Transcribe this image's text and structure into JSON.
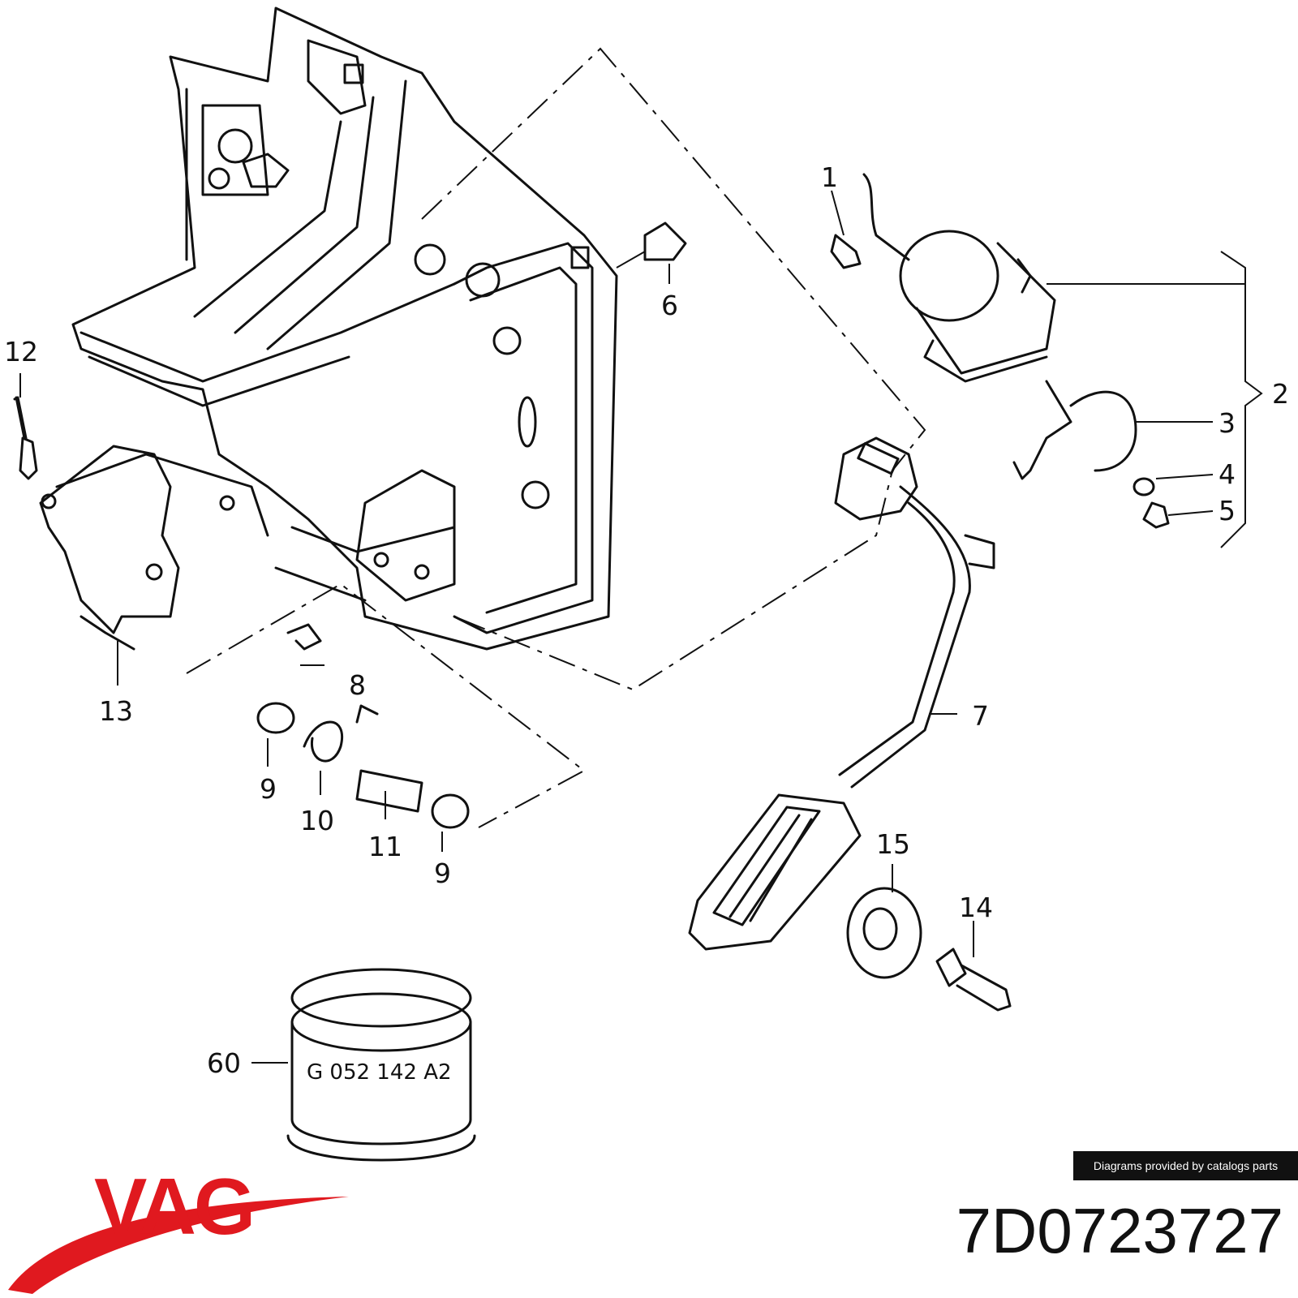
{
  "diagram": {
    "callouts": {
      "n1": "1",
      "n2": "2",
      "n3": "3",
      "n4": "4",
      "n5": "5",
      "n6": "6",
      "n7": "7",
      "n8": "8",
      "n9a": "9",
      "n9b": "9",
      "n10": "10",
      "n11": "11",
      "n12": "12",
      "n13": "13",
      "n14": "14",
      "n15": "15",
      "n60": "60"
    },
    "stamp": "G 052 142 A2"
  },
  "credit": "Diagrams provided by catalogs parts",
  "brand": {
    "name": "VAG",
    "color": "#e0191f"
  },
  "part_number": "7D0723727"
}
